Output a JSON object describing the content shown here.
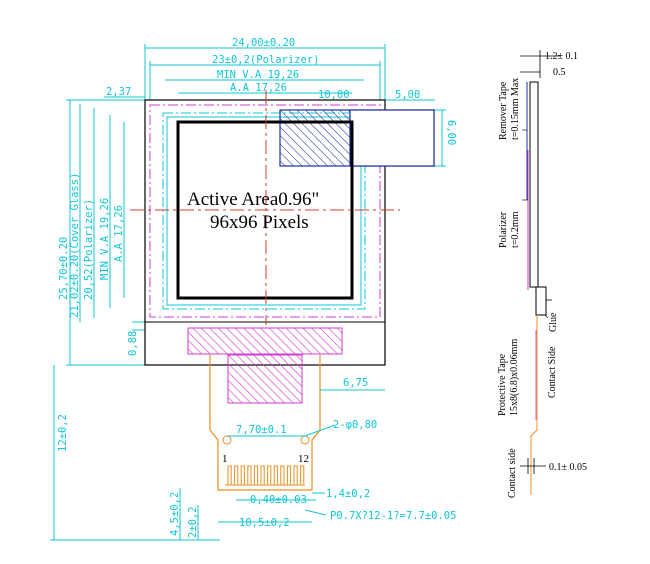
{
  "active_area": {
    "line1": "Active Area0.96\"",
    "line2": "96x96 Pixels"
  },
  "dims_top": {
    "overall_width": "24,00±0.20",
    "polarizer_width": "23±0,2(Polarizer)",
    "min_va": "MIN V.A 19,26",
    "aa": "A.A 17,26",
    "left_offset": "2,37",
    "ten": "10,00",
    "five": "5,00",
    "six": "6,00"
  },
  "dims_left": {
    "overall_height": "25,70±0.20",
    "cover_glass": "21,02±0.20(Cover Glass)",
    "polarizer": "20,52(Polarizer)",
    "min_va": "MIN V.A 19,26",
    "aa": "A.A 17,26",
    "bottom_gap": "0,88",
    "fpc_length": "12±0,2",
    "h45": "4,5±0,2",
    "h2": "2±0,2"
  },
  "dims_fpc": {
    "width_675": "6,75",
    "pitch_770": "7,70±0.1",
    "holes": "2-φ0,80",
    "pin1": "1",
    "pin12": "12",
    "pin_pitch": "0,40±0.03",
    "finger": "1,4±0,2",
    "tail": "10,5±0,2",
    "pitch_note": "P0.7X?12-1?=7.7±0.05"
  },
  "side_view": {
    "top_dim": "1.2± 0.1",
    "half": "0.5",
    "remover": "Remover Tape",
    "remover_t": "t=0.15mm Max",
    "polarizer": "Polarizer",
    "polarizer_t": "t=0.2mm",
    "glue": "Glue",
    "protective": "Protective Tape",
    "protective_size": "15x8(6.8)x0.06mm",
    "contact_side_upper": "Contact Side",
    "contact_side_lower": "Contact side",
    "bottom_dim": "0.1± 0.05"
  }
}
